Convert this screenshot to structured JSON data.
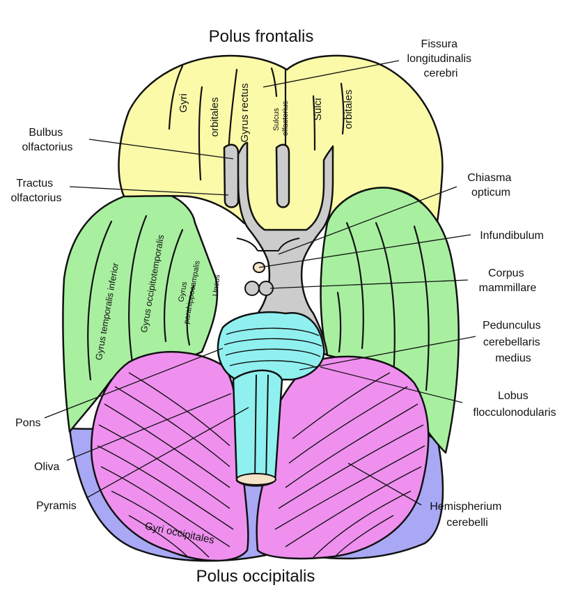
{
  "poles": {
    "frontal": "Polus frontalis",
    "occipital": "Polus occipitalis"
  },
  "labels": {
    "fissura": [
      "Fissura",
      "longitudinalis",
      "cerebri"
    ],
    "bulbus": [
      "Bulbus",
      "olfactorius"
    ],
    "tractus": [
      "Tractus",
      "olfactorius"
    ],
    "chiasma": [
      "Chiasma",
      "opticum"
    ],
    "infundibulum": "Infundibulum",
    "corpus": [
      "Corpus",
      "mammillare"
    ],
    "pedunculus": [
      "Pedunculus",
      "cerebellaris",
      "medius"
    ],
    "lobus": [
      "Lobus",
      "flocculonodularis"
    ],
    "pons": "Pons",
    "oliva": "Oliva",
    "pyramis": "Pyramis",
    "hemispherium": [
      "Hemispherium",
      "cerebelli"
    ]
  },
  "regions": {
    "gyri_orbitales_left": [
      "Gyri",
      "orbitales"
    ],
    "gyrus_rectus": "Gyrus rectus",
    "sulcus_olfactorius": [
      "Sulcus",
      "olfactorius"
    ],
    "sulci_orbitales": [
      "Sulci",
      "orbitales"
    ],
    "gyrus_temporalis_inferior": "Gyrus temporalis inferior",
    "gyrus_occipitotemporalis": "Gyrus occipitotemporalis",
    "gyrus_parahippocampalis": [
      "Gyrus",
      "parahippocampalis"
    ],
    "uncus": "Uncus",
    "gyri_occipitales": "Gyri occipitales"
  },
  "colors": {
    "frontal_lobe": "#fafaa8",
    "temporal_lobe": "#a8f0a0",
    "occipital_lobe": "#a8a8f5",
    "cerebellum": "#ef90ef",
    "brainstem": "#90f0f0",
    "gray_matter": "#cccccc"
  }
}
